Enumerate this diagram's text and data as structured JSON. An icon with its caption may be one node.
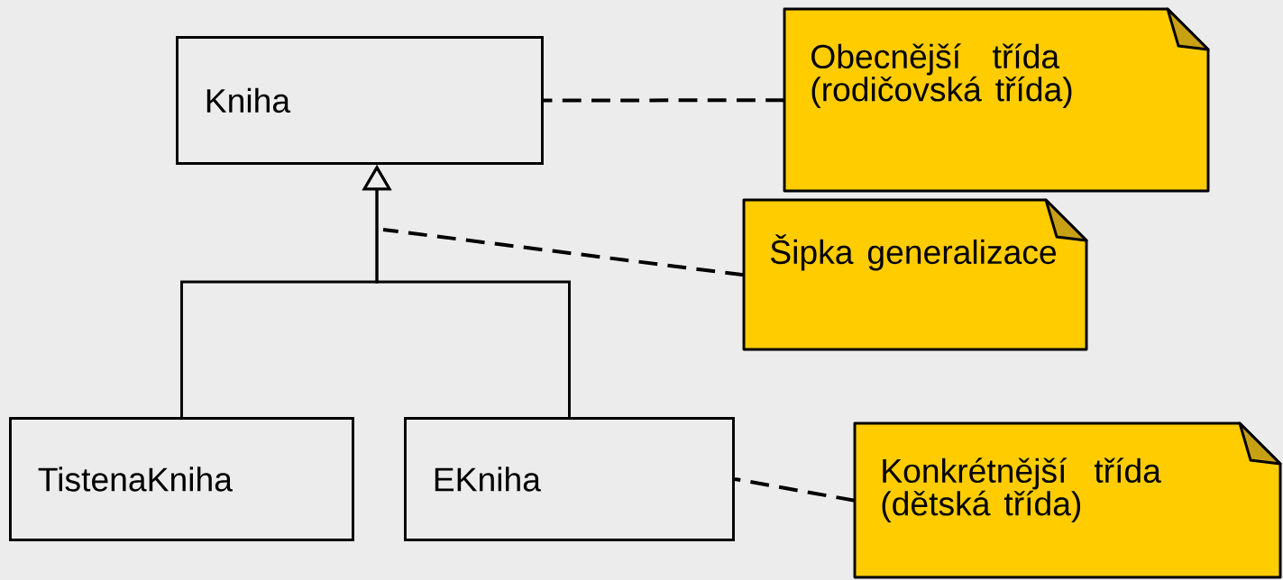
{
  "diagram": {
    "nodes": [
      {
        "text": [
          "Kniha"
        ]
      },
      {
        "text": [
          "TistenaKniha"
        ]
      },
      {
        "text": [
          "EKniha"
        ]
      },
      {
        "text": [
          "Obecnější třída (rodičovská třída)"
        ]
      },
      {
        "text": [
          "Šipka generalizace"
        ]
      },
      {
        "text": [
          "Konkrétnější třída (dětská třída)"
        ]
      }
    ],
    "edges": [
      {
        "from": 1,
        "to": 0,
        "arrow": "to"
      },
      {
        "from": 2,
        "to": 0,
        "arrow": "to"
      },
      {
        "from": 3,
        "to": 0,
        "arrow": "none",
        "style": "dashed"
      },
      {
        "from": 4,
        "to": null,
        "arrow": "none",
        "style": "dashed"
      },
      {
        "from": 5,
        "to": 2,
        "arrow": "none",
        "style": "dashed"
      }
    ]
  }
}
